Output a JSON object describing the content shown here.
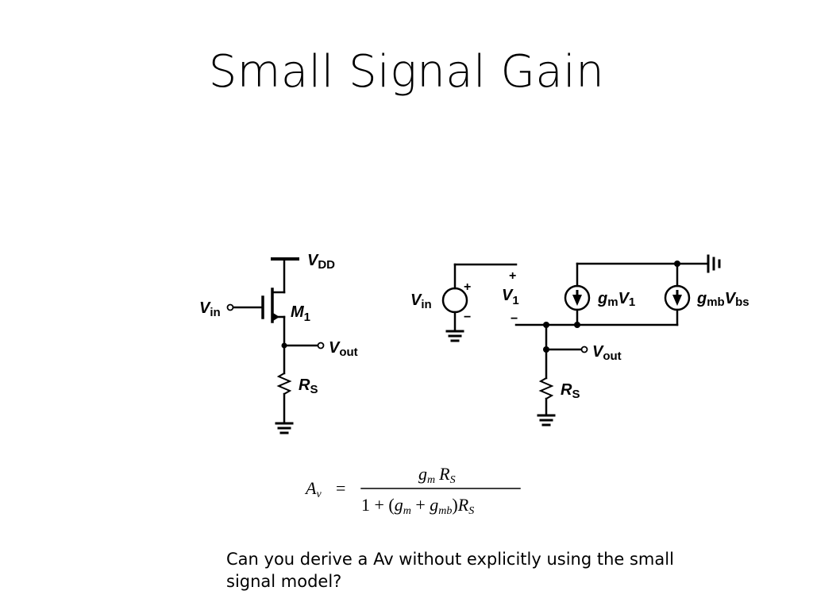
{
  "slide": {
    "title": "Small Signal Gain",
    "question": "Can you derive a Av without explicitly using the small signal model?"
  },
  "left_circuit": {
    "vdd": {
      "main": "V",
      "sub": "DD"
    },
    "vin": {
      "main": "V",
      "sub": "in"
    },
    "transistor": {
      "main": "M",
      "sub": "1"
    },
    "vout": {
      "main": "V",
      "sub": "out"
    },
    "resistor": {
      "main": "R",
      "sub": "S"
    }
  },
  "right_circuit": {
    "vin": {
      "main": "V",
      "sub": "in"
    },
    "v1": {
      "main": "V",
      "sub": "1"
    },
    "gm_source": {
      "g": "g",
      "gsub": "m",
      "v": "V",
      "vsub": "1"
    },
    "gmb_source": {
      "g": "g",
      "gsub": "mb",
      "v": "V",
      "vsub": "bs"
    },
    "vout": {
      "main": "V",
      "sub": "out"
    },
    "resistor": {
      "main": "R",
      "sub": "S"
    },
    "plus": "+",
    "minus": "−"
  },
  "formula": {
    "lhs": "A",
    "lhs_sub": "v",
    "equals": "=",
    "numerator": {
      "g": "g",
      "gsub": "m",
      "r": "R",
      "rsub": "S"
    },
    "denominator": {
      "one_plus": "1 + (",
      "g1": "g",
      "g1sub": "m",
      "plus": " + ",
      "g2": "g",
      "g2sub": "mb",
      "close": ")",
      "r": "R",
      "rsub": "S"
    }
  }
}
